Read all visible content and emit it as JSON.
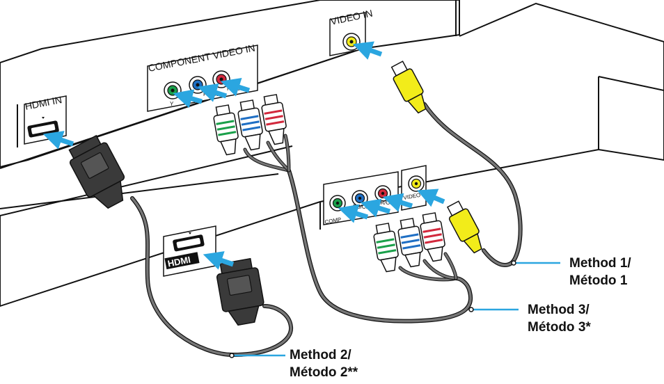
{
  "ports": {
    "video_in": "VIDEO IN",
    "component_video_in": "COMPONENT VIDEO IN",
    "hdmi_in": "HDMI IN",
    "y_label": "Y",
    "pb_cb": "PB/CB",
    "pr_cr": "PR/CR",
    "video_out": "VIDEO OUT",
    "comp_label": "COMP",
    "hdmi_logo": "HDMI"
  },
  "methods": [
    {
      "line1": "Method 1/",
      "line2": "Método 1"
    },
    {
      "line1": "Method 2/",
      "line2": "Método 2**"
    },
    {
      "line1": "Method 3/",
      "line2": "Método 3*"
    }
  ],
  "colors": {
    "arrow": "#2ba6e0",
    "outline": "#111111",
    "cable": "#666666",
    "plug_black": "#3a3a3a",
    "video_yellow": "#f2ec1a",
    "component_green": "#1aa04a",
    "component_blue": "#1f6fc4",
    "component_red": "#d2283c",
    "callout_line": "#2ba6e0"
  }
}
